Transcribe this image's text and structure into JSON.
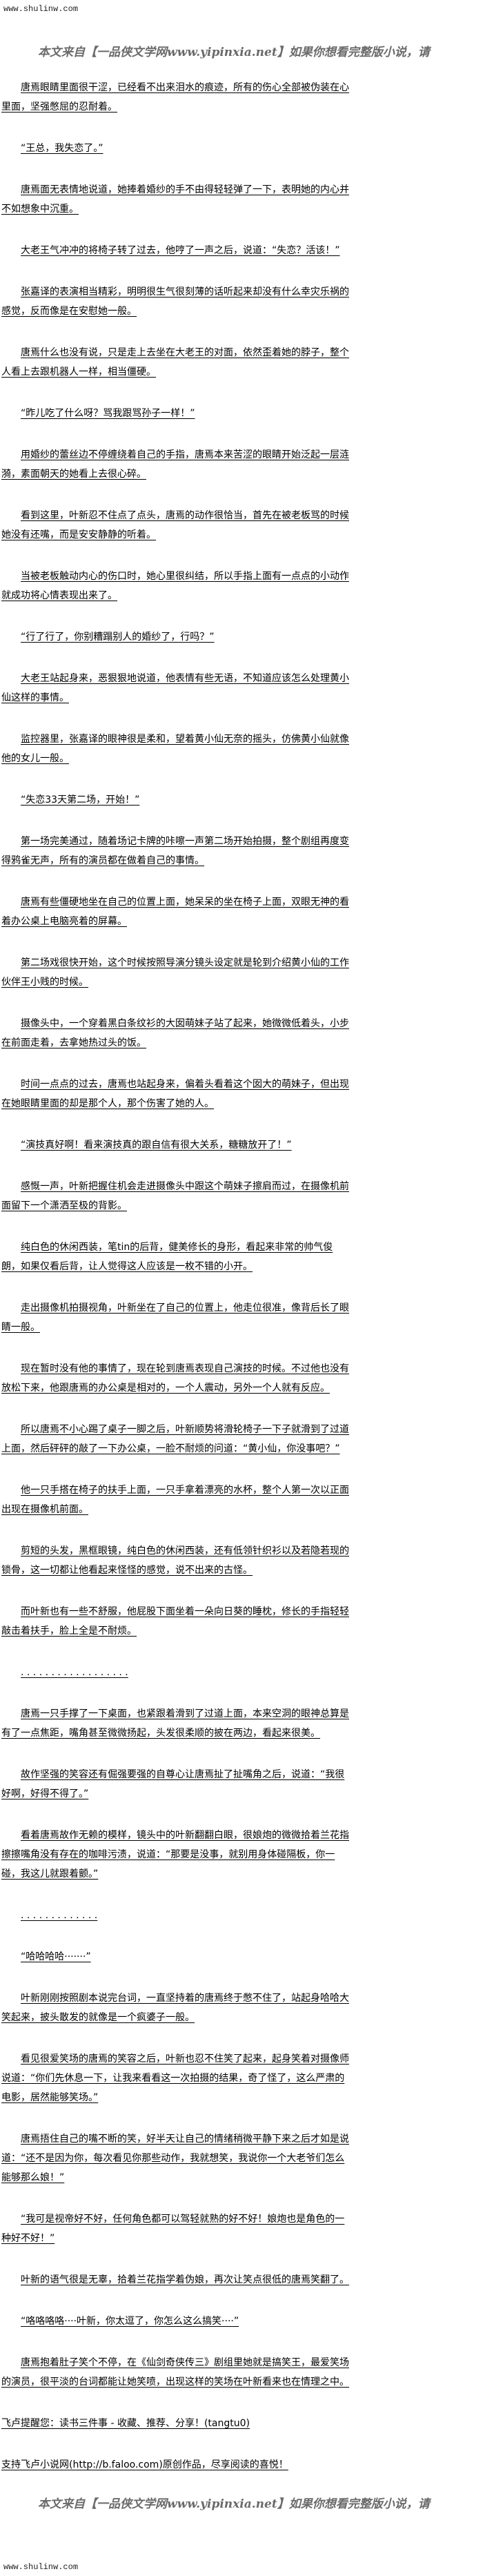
{
  "site_url": "www.shulinw.com",
  "banner": "本文来自【一品侠文学网www.yipinxia.net】如果你想看完整版小说，请",
  "paragraphs": [
    "唐焉眼睛里面很干涩，已经看不出来泪水的痕迹，所有的伤心全部被伪装在心里面，坚强憋屈的忍耐着。",
    "“王总，我失恋了。”",
    "唐焉面无表情地说道，她捧着婚纱的手不由得轻轻弹了一下，表明她的内心并不如想象中沉重。",
    "大老王气冲冲的将椅子转了过去，他哼了一声之后，说道：“失恋？活该！”",
    "张嘉译的表演相当精彩，明明很生气很刻薄的话听起来却没有什么幸灾乐祸的感觉，反而像是在安慰她一般。",
    "唐焉什么也没有说，只是走上去坐在大老王的对面，依然歪着她的脖子，整个人看上去跟机器人一样，相当僵硬。",
    "“昨儿吃了什么呀？骂我跟骂孙子一样！”",
    "用婚纱的蕾丝边不停缠绕着自己的手指，唐焉本来苦涩的眼睛开始泛起一层涟漪，素面朝天的她看上去很心碎。",
    "看到这里，叶新忍不住点了点头，唐焉的动作很恰当，首先在被老板骂的时候她没有还嘴，而是安安静静的听着。",
    "当被老板触动内心的伤口时，她心里很纠结，所以手指上面有一点点的小动作就成功将心情表现出来了。",
    "“行了行了，你别糟蹋别人的婚纱了，行吗？”",
    "大老王站起身来，恶狠狠地说道，他表情有些无语，不知道应该怎么处理黄小仙这样的事情。",
    "监控器里，张嘉译的眼神很是柔和，望着黄小仙无奈的摇头，仿佛黄小仙就像他的女儿一般。",
    "“失恋33天第二场，开始！”",
    "第一场完美通过，随着场记卡牌的咔嚓一声第二场开始拍摄，整个剧组再度变得鸦雀无声，所有的演员都在做着自己的事情。",
    "唐焉有些僵硬地坐在自己的位置上面，她呆呆的坐在椅子上面，双眼无神的看着办公桌上电脑亮着的屏幕。",
    "第二场戏很快开始，这个时候按照导演分镜头设定就是轮到介绍黄小仙的工作伙伴王小贱的时候。",
    "摄像头中，一个穿着黑白条纹衫的大囡萌妹子站了起来，她微微低着头，小步在前面走着，去拿她热过头的饭。",
    "时间一点点的过去，唐焉也站起身来，偏着头看着这个囡大的萌妹子，但出现在她眼睛里面的却是那个人，那个伤害了她的人。",
    "“演技真好啊！看来演技真的跟自信有很大关系，糖糖放开了！”",
    "感慨一声，叶新把握住机会走进摄像头中跟这个萌妹子擦肩而过，在摄像机前面留下一个潇洒至极的背影。",
    "纯白色的休闲西装，笔tin的后背，健美修长的身形，看起来非常的帅气俊朗，如果仅看后背，让人觉得这人应该是一枚不错的小开。",
    "走出摄像机拍摄视角，叶新坐在了自己的位置上，他走位很准，像背后长了眼睛一般。",
    "现在暂时没有他的事情了，现在轮到唐焉表现自己演技的时候。不过他也没有放松下来，他跟唐焉的办公桌是相对的，一个人震动，另外一个人就有反应。",
    "所以唐焉不小心踢了桌子一脚之后，叶新顺势将滑轮椅子一下子就滑到了过道上面，然后砰砰的敲了一下办公桌，一脸不耐烦的问道：“黄小仙，你没事吧？”",
    "他一只手搭在椅子的扶手上面，一只手拿着漂亮的水杯，整个人第一次以正面出现在摄像机前面。",
    "剪短的头发，黑框眼镜，纯白色的休闲西装，还有低领针织衫以及若隐若现的锁骨，这一切都让他看起来怪怪的感觉，说不出来的古怪。",
    "而叶新也有一些不舒服，他屁股下面坐着一朵向日葵的睡枕，修长的手指轻轻敲击着扶手，脸上全是不耐烦。",
    ". . . . . . . . . . . . . . . . . .",
    "唐焉一只手撑了一下桌面，也紧跟着滑到了过道上面，本来空洞的眼神总算是有了一点焦距，嘴角甚至微微扬起，头发很柔顺的披在两边，看起来很美。",
    "故作坚强的笑容还有倔强要强的自尊心让唐焉扯了扯嘴角之后，说道：“我很好啊，好得不得了。”",
    "看着唐焉故作无赖的模样，镜头中的叶新翻翻白眼，很娘炮的微微拾着兰花指擦擦嘴角没有存在的咖啡污渍，说道：“那要是没事，就别用身体碰隔板，你一碰，我这儿就跟着颤。”",
    ". . . . . . . . . . . . .",
    "“哈哈哈哈·······”",
    "叶新刚刚按照剧本说完台词，一直坚持着的唐焉终于憋不住了，站起身哈哈大笑起来，披头散发的就像是一个疯婆子一般。",
    "看见很爱笑场的唐焉的笑容之后，叶新也忍不住笑了起来，起身笑着对摄像师说道：“你们先休息一下，让我来看看这一次拍摄的结果，奇了怪了，这么严肃的电影，居然能够笑场。”",
    "唐焉捂住自己的嘴不断的笑，好半天让自己的情绪稍微平静下来之后才如是说道：“还不是因为你，每次看见你那些动作，我就想笑，我说你一个大老爷们怎么能够那么娘！”",
    "“我可是视帝好不好，任何角色都可以驾轻就熟的好不好！娘炮也是角色的一种好不好！”",
    "叶新的语气很是无辜，拾着兰花指学着伪娘，再次让笑点很低的唐焉笑翻了。",
    "“咯咯咯咯····叶新，你太逗了，你怎么这么搞笑····”",
    "唐焉抱着肚子笑个不停，在《仙剑奇侠传三》剧组里她就是搞笑王，最爱笑场的演员，很平淡的台词都能让她笑喷，出现这样的笑场在叶新看来也在情理之中。"
  ],
  "footer": {
    "reminder": "飞卢提醒您：读书三件事 - 收藏、推荐、分享！(tangtu0)",
    "support": "支持飞卢小说网(http://b.faloo.com)原创作品，尽享阅读的喜悦！"
  }
}
